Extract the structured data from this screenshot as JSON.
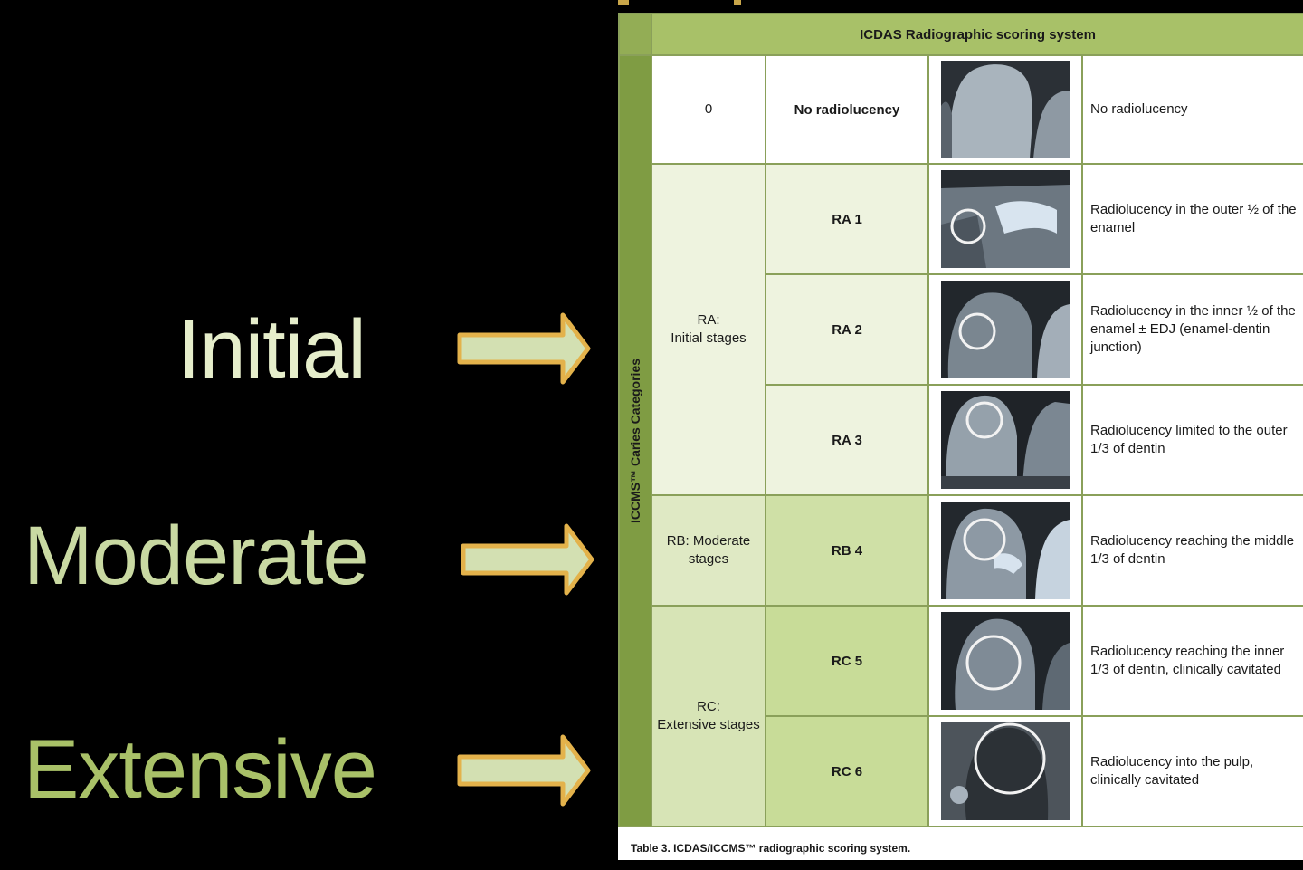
{
  "labels": {
    "initial": "Initial",
    "moderate": "Moderate",
    "extensive": "Extensive"
  },
  "colors": {
    "label_initial": "#e6eecb",
    "label_moderate": "#c9d9a2",
    "label_extensive": "#a9c168",
    "arrow_fill": "#d3e0b2",
    "arrow_stroke": "#e3b24b"
  },
  "table": {
    "title": "ICDAS Radiographic scoring system",
    "spine_label": "ICCMS™ Caries Categories",
    "caption": "Table 3. ICDAS/ICCMS™ radiographic scoring system.",
    "rows": [
      {
        "category": "0",
        "code": "No radiolucency",
        "description": "No radiolucency"
      },
      {
        "category": "RA:\nInitial stages",
        "code": "RA 1",
        "description": "Radiolucency in the outer ½ of the enamel"
      },
      {
        "code": "RA 2",
        "description": "Radiolucency in the inner ½ of the enamel ± EDJ (enamel-dentin junction)"
      },
      {
        "code": "RA 3",
        "description": "Radiolucency limited to the outer 1/3 of dentin"
      },
      {
        "category": "RB: Moderate stages",
        "code": "RB 4",
        "description": "Radiolucency reaching the middle 1/3 of dentin"
      },
      {
        "category": "RC:\nExtensive stages",
        "code": "RC 5",
        "description": "Radiolucency reaching the inner 1/3 of dentin, clinically cavitated"
      },
      {
        "code": "RC 6",
        "description": "Radiolucency into the pulp, clinically cavitated"
      }
    ]
  }
}
